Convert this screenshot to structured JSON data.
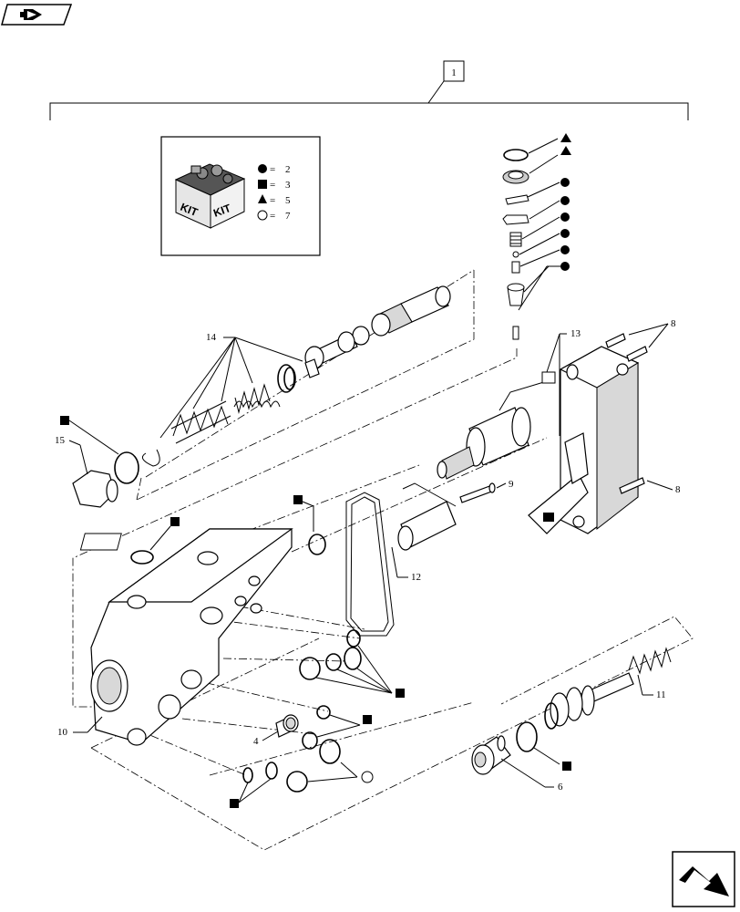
{
  "nav": {
    "top_button_icon": "arrow-page-icon",
    "bottom_button_icon": "next-page-arrow-icon"
  },
  "assembly_ref": "1",
  "kit_legend": {
    "kit_text_left": "KIT",
    "kit_text_right": "KIT",
    "entries": [
      {
        "symbol": "filled-circle",
        "value": "2"
      },
      {
        "symbol": "filled-square",
        "value": "3"
      },
      {
        "symbol": "filled-triangle",
        "value": "5"
      },
      {
        "symbol": "open-circle",
        "value": "7"
      }
    ]
  },
  "callouts": {
    "c4": "4",
    "c6": "6",
    "c8a": "8",
    "c8b": "8",
    "c9": "9",
    "c10": "10",
    "c11": "11",
    "c12": "12",
    "c13": "13",
    "c14": "14",
    "c15": "15"
  },
  "eq": "="
}
